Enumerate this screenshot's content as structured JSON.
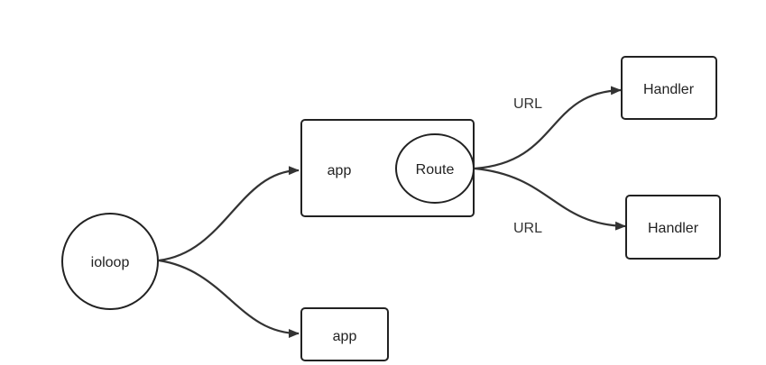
{
  "nodes": {
    "ioloop": "ioloop",
    "app_top": "app",
    "route": "Route",
    "app_bottom": "app",
    "handler_top": "Handler",
    "handler_bottom": "Handler"
  },
  "edges": {
    "url_top": "URL",
    "url_bottom": "URL"
  },
  "colors": {
    "stroke": "#222222",
    "arrow": "#333333",
    "background": "#ffffff"
  }
}
